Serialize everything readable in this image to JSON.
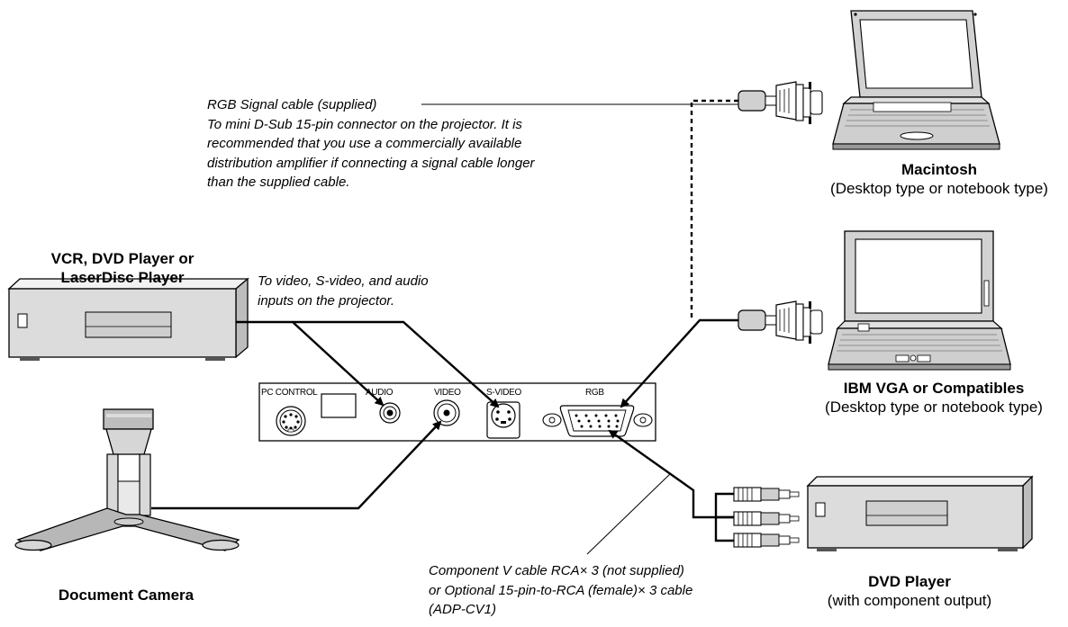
{
  "notes": {
    "rgb_cable": [
      "RGB Signal cable (supplied)",
      "To mini D-Sub 15-pin connector on the projector. It is",
      "recommended that you use a commercially available",
      "distribution amplifier if connecting a signal cable longer",
      "than the supplied cable."
    ],
    "av_inputs": [
      "To video, S-video, and audio",
      "inputs on the projector."
    ],
    "component_cable": [
      "Component V cable RCA× 3 (not supplied)",
      "or Optional 15-pin-to-RCA (female)× 3 cable",
      "(ADP-CV1)"
    ]
  },
  "devices": {
    "vcr": {
      "name_line1": "VCR, DVD Player or",
      "name_line2": "LaserDisc Player"
    },
    "document_camera": {
      "name": "Document Camera"
    },
    "macintosh": {
      "name": "Macintosh",
      "subtitle": "(Desktop type or notebook type)"
    },
    "ibm": {
      "name": "IBM VGA or Compatibles",
      "subtitle": "(Desktop type or notebook type)"
    },
    "dvd_player": {
      "name": "DVD Player",
      "subtitle": "(with component output)"
    }
  },
  "panel": {
    "ports": {
      "pc_control": "PC CONTROL",
      "audio": "AUDIO",
      "video": "VIDEO",
      "s_video": "S-VIDEO",
      "rgb": "RGB"
    }
  }
}
